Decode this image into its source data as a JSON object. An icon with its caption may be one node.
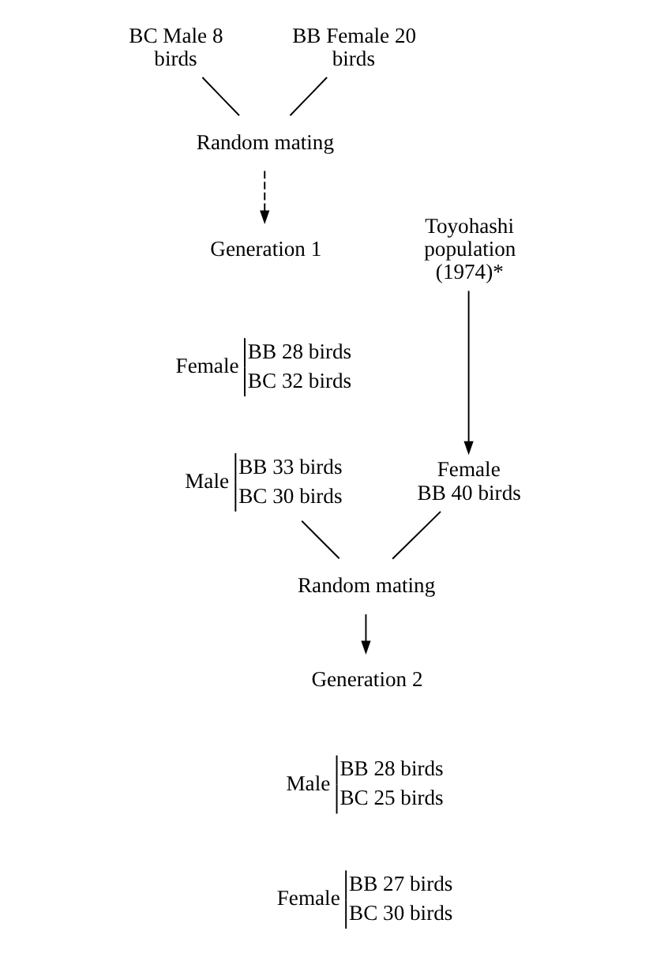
{
  "diagram": {
    "nodes": [
      {
        "text": [
          "BC Male 8 birds"
        ]
      },
      {
        "text": [
          "BB Female 20 birds"
        ]
      },
      {
        "text": [
          "Random mating"
        ]
      },
      {
        "text": [
          "Generation 1"
        ]
      },
      {
        "text": [
          "Female",
          "BB 28 birds",
          "BC 32 birds"
        ]
      },
      {
        "text": [
          "Male",
          "BB 33 birds",
          "BC 30 birds"
        ]
      },
      {
        "text": [
          "Toyohashi population (1974)*"
        ]
      },
      {
        "text": [
          "Female",
          "BB 40 birds"
        ]
      },
      {
        "text": [
          "Random mating"
        ]
      },
      {
        "text": [
          "Generation 2"
        ]
      },
      {
        "text": [
          "Male",
          "BB 28 birds",
          "BC 25 birds"
        ]
      },
      {
        "text": [
          "Female",
          "BB 27 birds",
          "BC 30 birds"
        ]
      }
    ],
    "edges": [
      {
        "from": 0,
        "to": 2,
        "arrow": "none"
      },
      {
        "from": 1,
        "to": 2,
        "arrow": "none"
      },
      {
        "from": 2,
        "to": 3,
        "arrow": "to",
        "style": "dashed"
      },
      {
        "from": 6,
        "to": 7,
        "arrow": "to"
      },
      {
        "from": 5,
        "to": 8,
        "arrow": "none"
      },
      {
        "from": 7,
        "to": 8,
        "arrow": "none"
      },
      {
        "from": 8,
        "to": 9,
        "arrow": "to"
      }
    ]
  }
}
